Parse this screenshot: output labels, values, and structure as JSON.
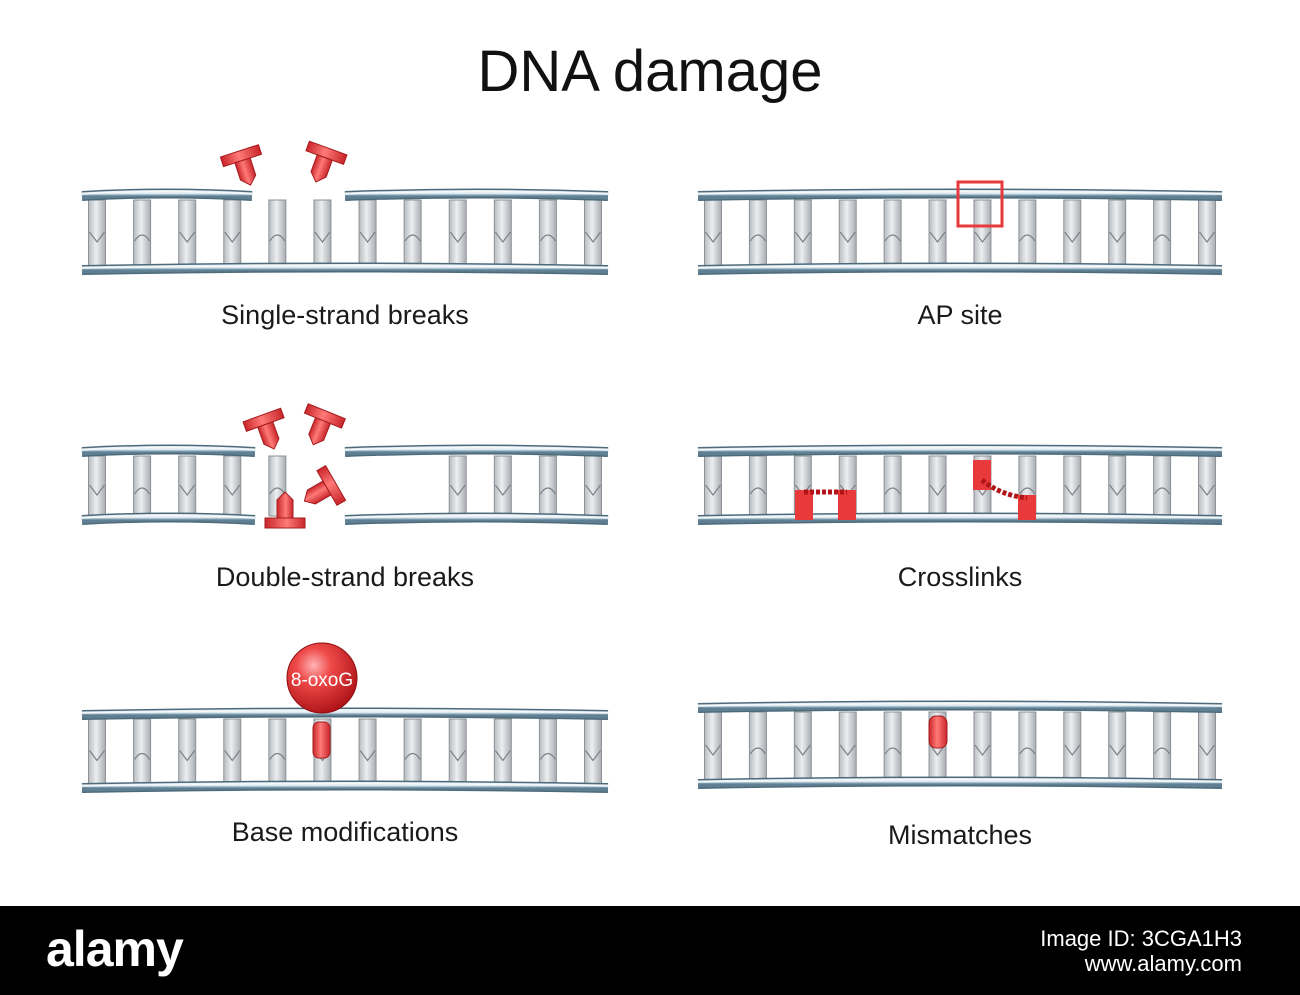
{
  "title": "DNA damage",
  "panels": {
    "single_strand_breaks": {
      "label": "Single-strand breaks"
    },
    "ap_site": {
      "label": "AP site"
    },
    "double_strand_breaks": {
      "label": "Double-strand breaks"
    },
    "crosslinks": {
      "label": "Crosslinks"
    },
    "base_modifications": {
      "label": "Base modifications",
      "marker": "8-oxoG"
    },
    "mismatches": {
      "label": "Mismatches"
    }
  },
  "colors": {
    "backbone": "#9bb7c7",
    "base": "#d3d6da",
    "damage": "#e8393b",
    "footer": "#000000"
  },
  "footer": {
    "brand": "alamy",
    "image_id": "Image ID: 3CGA1H3",
    "site": "www.alamy.com"
  }
}
